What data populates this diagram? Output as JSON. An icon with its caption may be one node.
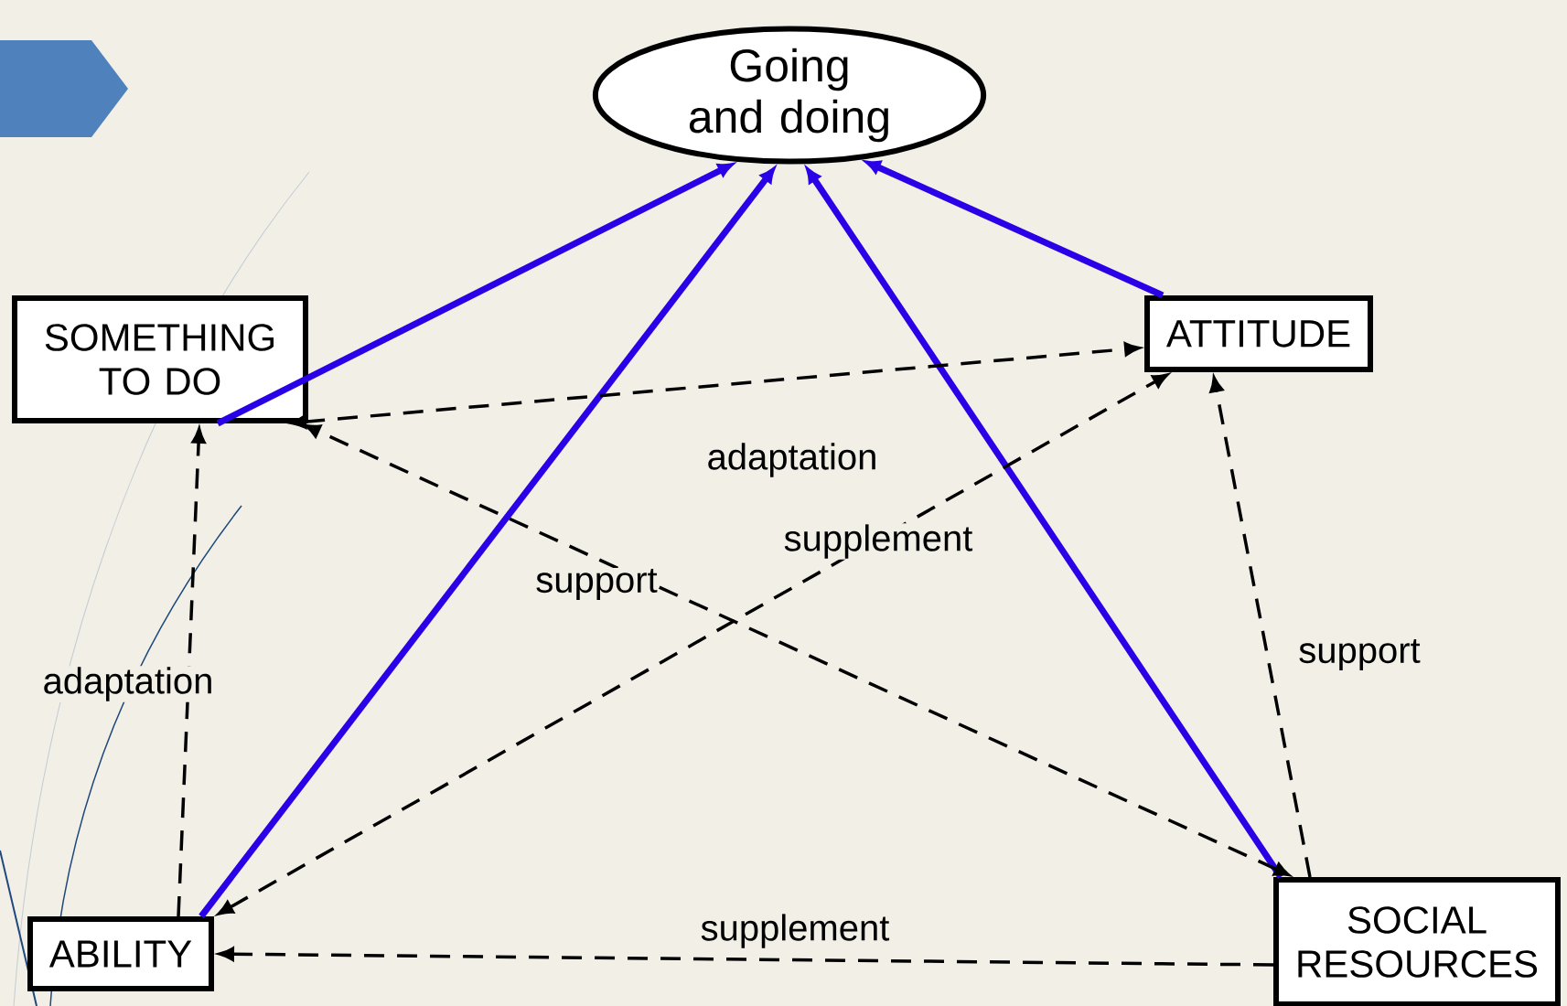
{
  "diagram": {
    "nodes": [
      {
        "text": [
          "Going and doing"
        ]
      },
      {
        "text": [
          "SOMETHING TO DO"
        ]
      },
      {
        "text": [
          "ATTITUDE"
        ]
      },
      {
        "text": [
          "ABILITY"
        ]
      },
      {
        "text": [
          "SOCIAL RESOURCES"
        ]
      }
    ],
    "edges": [
      {
        "from": 1,
        "to": 0,
        "arrow": "to",
        "style": "thick",
        "color": "#2a00e6"
      },
      {
        "from": 3,
        "to": 0,
        "arrow": "to",
        "style": "thick",
        "color": "#2a00e6"
      },
      {
        "from": 4,
        "to": 0,
        "arrow": "to",
        "style": "thick",
        "color": "#2a00e6"
      },
      {
        "from": 2,
        "to": 0,
        "arrow": "to",
        "style": "thick",
        "color": "#2a00e6"
      },
      {
        "from": 1,
        "to": 2,
        "arrow": "both",
        "style": "dashed",
        "label": "adaptation"
      },
      {
        "from": 3,
        "to": 1,
        "arrow": "to",
        "style": "dashed",
        "label": "adaptation"
      },
      {
        "from": 4,
        "to": 1,
        "arrow": "both",
        "style": "dashed",
        "label": "support"
      },
      {
        "from": 3,
        "to": 2,
        "arrow": "both",
        "style": "dashed",
        "label": "supplement"
      },
      {
        "from": 4,
        "to": 2,
        "arrow": "to",
        "style": "dashed",
        "label": "support"
      },
      {
        "from": 4,
        "to": 3,
        "arrow": "to",
        "style": "dashed",
        "label": "supplement"
      }
    ]
  }
}
